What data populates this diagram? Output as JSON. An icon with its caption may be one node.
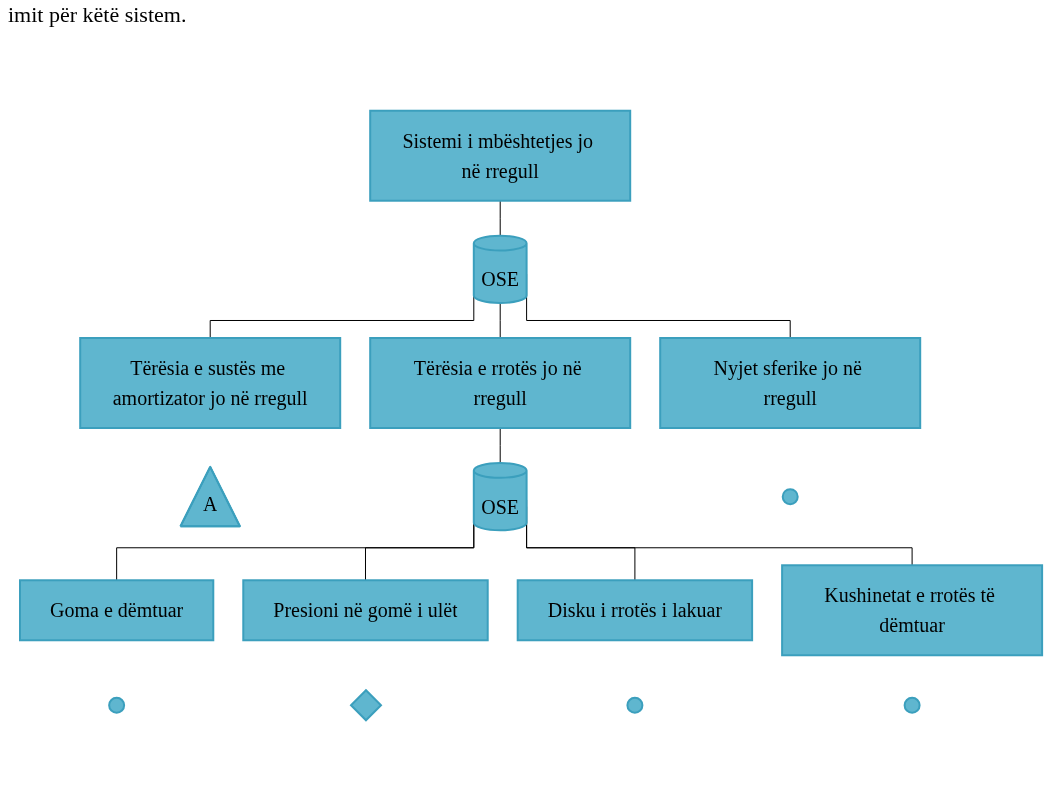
{
  "diagram": {
    "nodes": [
      {
        "text": [
          "Sistemi i mbështetjes jo në rregull"
        ]
      },
      {
        "text": [
          "OSE"
        ]
      },
      {
        "text": [
          "Tërësia e sustës me amortizator jo në rregull"
        ]
      },
      {
        "text": [
          "Tërësia e rrotës jo në rregull"
        ]
      },
      {
        "text": [
          "Nyjet sferike jo në rregull"
        ]
      },
      {
        "text": [
          "A"
        ]
      },
      {
        "text": [
          "OSE"
        ]
      },
      {
        "text": [],
        "shape": "circle"
      },
      {
        "text": [
          "Goma e dëmtuar"
        ]
      },
      {
        "text": [
          "Presioni në gomë i ulët"
        ]
      },
      {
        "text": [
          "Disku i rrotës i lakuar"
        ]
      },
      {
        "text": [
          "Kushinetat e rrotës të dëmtuar"
        ]
      },
      {
        "text": [],
        "shape": "circle"
      },
      {
        "text": [],
        "shape": "diamond"
      },
      {
        "text": [],
        "shape": "circle"
      },
      {
        "text": [],
        "shape": "circle"
      }
    ],
    "edges": [
      {
        "from": 0,
        "to": 1,
        "arrow": "none"
      },
      {
        "from": 1,
        "to": 2,
        "arrow": "none"
      },
      {
        "from": 1,
        "to": 3,
        "arrow": "none"
      },
      {
        "from": 1,
        "to": 4,
        "arrow": "none"
      },
      {
        "from": 3,
        "to": 6,
        "arrow": "none"
      },
      {
        "from": 6,
        "to": 8,
        "arrow": "none"
      },
      {
        "from": 6,
        "to": 9,
        "arrow": "none"
      },
      {
        "from": 6,
        "to": 10,
        "arrow": "none"
      },
      {
        "from": 6,
        "to": 11,
        "arrow": "none"
      }
    ],
    "labels": [
      "imit për këtë sistem."
    ]
  }
}
